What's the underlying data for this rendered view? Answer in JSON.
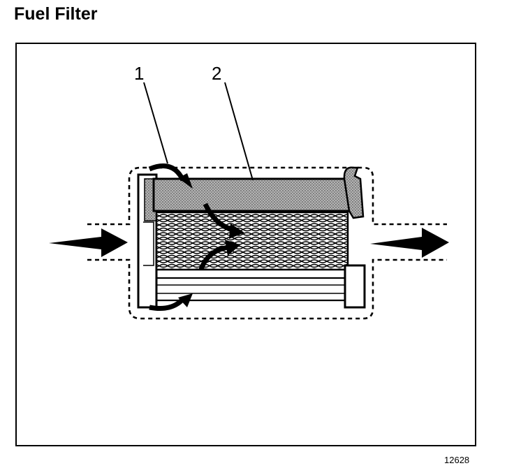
{
  "page": {
    "title": "Fuel Filter",
    "figure_number": "12628"
  },
  "callouts": [
    {
      "number": "1"
    },
    {
      "number": "2"
    }
  ],
  "colors": {
    "ink": "#000000",
    "paper": "#ffffff",
    "media_gray": "#9a9a9a"
  }
}
